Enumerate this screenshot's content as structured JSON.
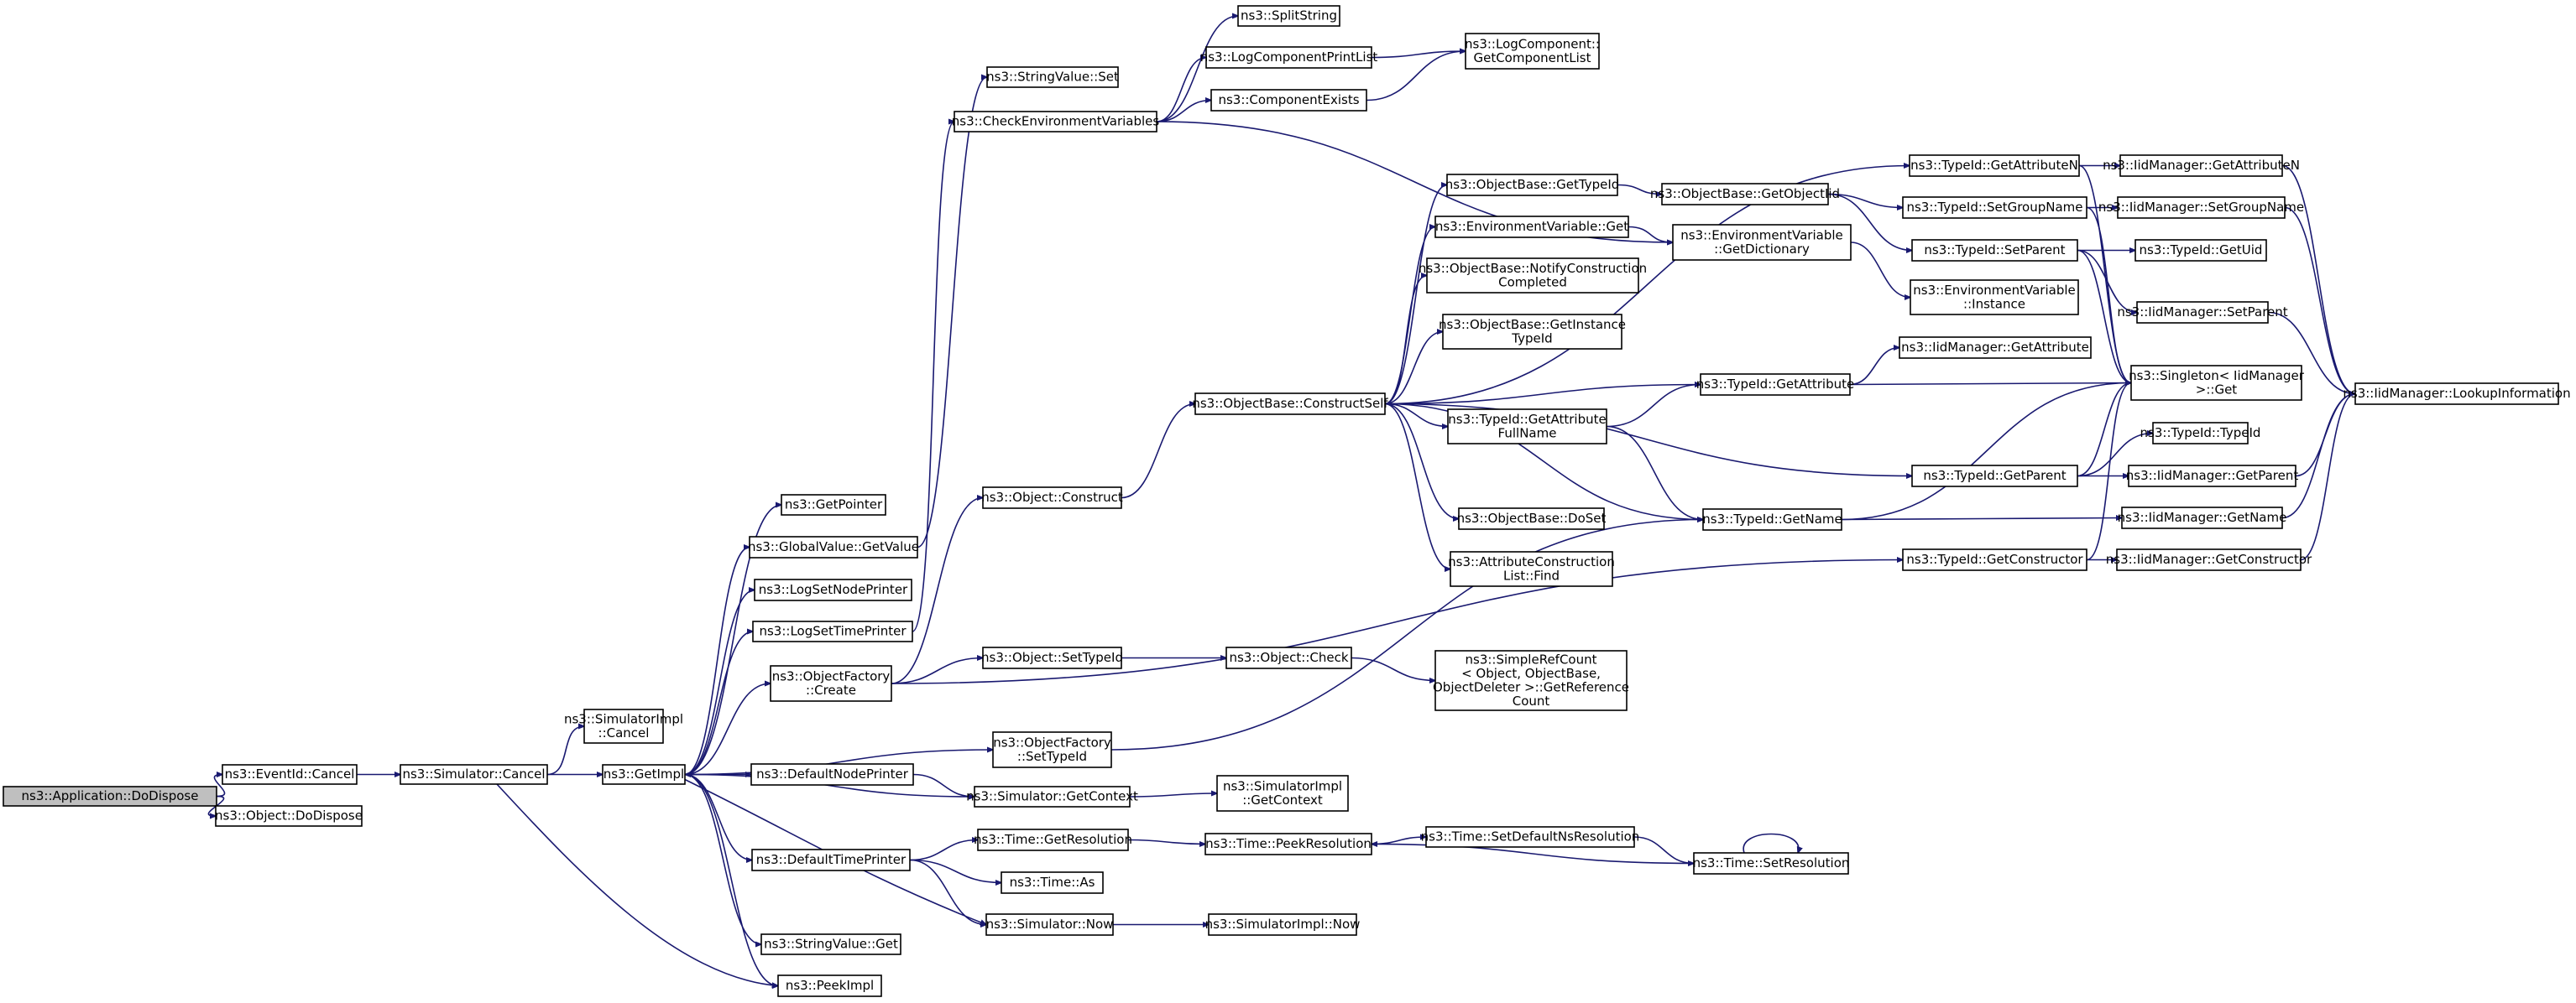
{
  "graph": {
    "edge_color": "#191970",
    "root_fill": "#bfbfbf",
    "nodes": [
      {
        "id": "app_dodispose",
        "label": [
          "ns3::Application::DoDispose"
        ],
        "root": true
      },
      {
        "id": "eventid_cancel",
        "label": [
          "ns3::EventId::Cancel"
        ]
      },
      {
        "id": "object_dodispose",
        "label": [
          "ns3::Object::DoDispose"
        ]
      },
      {
        "id": "simulator_cancel",
        "label": [
          "ns3::Simulator::Cancel"
        ]
      },
      {
        "id": "simimpl_cancel",
        "label": [
          "ns3::SimulatorImpl",
          "::Cancel"
        ]
      },
      {
        "id": "getimpl",
        "label": [
          "ns3::GetImpl"
        ]
      },
      {
        "id": "peekimpl",
        "label": [
          "ns3::PeekImpl"
        ]
      },
      {
        "id": "getpointer",
        "label": [
          "ns3::GetPointer"
        ]
      },
      {
        "id": "globalvalue_getvalue",
        "label": [
          "ns3::GlobalValue::GetValue"
        ]
      },
      {
        "id": "logsetnodeprinter",
        "label": [
          "ns3::LogSetNodePrinter"
        ]
      },
      {
        "id": "logsettimeprinter",
        "label": [
          "ns3::LogSetTimePrinter"
        ]
      },
      {
        "id": "objectfactory_create",
        "label": [
          "ns3::ObjectFactory",
          "::Create"
        ]
      },
      {
        "id": "defaultnodeprinter",
        "label": [
          "ns3::DefaultNodePrinter"
        ]
      },
      {
        "id": "defaulttimeprinter",
        "label": [
          "ns3::DefaultTimePrinter"
        ]
      },
      {
        "id": "stringvalue_get",
        "label": [
          "ns3::StringValue::Get"
        ]
      },
      {
        "id": "stringvalue_set",
        "label": [
          "ns3::StringValue::Set"
        ]
      },
      {
        "id": "checkenv",
        "label": [
          "ns3::CheckEnvironmentVariables"
        ]
      },
      {
        "id": "splitstring",
        "label": [
          "ns3::SplitString"
        ]
      },
      {
        "id": "logcomponentprintlist",
        "label": [
          "ns3::LogComponentPrintList"
        ]
      },
      {
        "id": "componentexists",
        "label": [
          "ns3::ComponentExists"
        ]
      },
      {
        "id": "logcomponent_getcomponentlist",
        "label": [
          "ns3::LogComponent::",
          "GetComponentList"
        ]
      },
      {
        "id": "object_construct",
        "label": [
          "ns3::Object::Construct"
        ]
      },
      {
        "id": "object_settypeid",
        "label": [
          "ns3::Object::SetTypeId"
        ]
      },
      {
        "id": "objectfactory_settypeid",
        "label": [
          "ns3::ObjectFactory",
          "::SetTypeId"
        ]
      },
      {
        "id": "simulator_getcontext",
        "label": [
          "ns3::Simulator::GetContext"
        ]
      },
      {
        "id": "simimpl_getcontext",
        "label": [
          "ns3::SimulatorImpl",
          "::GetContext"
        ]
      },
      {
        "id": "time_getresolution",
        "label": [
          "ns3::Time::GetResolution"
        ]
      },
      {
        "id": "time_as",
        "label": [
          "ns3::Time::As"
        ]
      },
      {
        "id": "simulator_now",
        "label": [
          "ns3::Simulator::Now"
        ]
      },
      {
        "id": "simimpl_now",
        "label": [
          "ns3::SimulatorImpl::Now"
        ]
      },
      {
        "id": "time_peekresolution",
        "label": [
          "ns3::Time::PeekResolution"
        ]
      },
      {
        "id": "time_setdefaultnsresolution",
        "label": [
          "ns3::Time::SetDefaultNsResolution"
        ]
      },
      {
        "id": "time_setresolution",
        "label": [
          "ns3::Time::SetResolution"
        ]
      },
      {
        "id": "object_check",
        "label": [
          "ns3::Object::Check"
        ]
      },
      {
        "id": "simplerefcount",
        "label": [
          "ns3::SimpleRefCount",
          "< Object, ObjectBase,",
          "ObjectDeleter >::GetReference",
          "Count"
        ]
      },
      {
        "id": "constructself",
        "label": [
          "ns3::ObjectBase::ConstructSelf"
        ]
      },
      {
        "id": "objectbase_gettypeid",
        "label": [
          "ns3::ObjectBase::GetTypeId"
        ]
      },
      {
        "id": "envvar_get",
        "label": [
          "ns3::EnvironmentVariable::Get"
        ]
      },
      {
        "id": "notifyconstruction",
        "label": [
          "ns3::ObjectBase::NotifyConstruction",
          "Completed"
        ]
      },
      {
        "id": "getinstancetypeid",
        "label": [
          "ns3::ObjectBase::GetInstance",
          "TypeId"
        ]
      },
      {
        "id": "typeid_getattributefullname",
        "label": [
          "ns3::TypeId::GetAttribute",
          "FullName"
        ]
      },
      {
        "id": "objectbase_doset",
        "label": [
          "ns3::ObjectBase::DoSet"
        ]
      },
      {
        "id": "attrconstructionlist_find",
        "label": [
          "ns3::AttributeConstruction",
          "List::Find"
        ]
      },
      {
        "id": "objectbase_getobjectiid",
        "label": [
          "ns3::ObjectBase::GetObjectIid"
        ]
      },
      {
        "id": "envvar_getdictionary",
        "label": [
          "ns3::EnvironmentVariable",
          "::GetDictionary"
        ]
      },
      {
        "id": "typeid_getattribute",
        "label": [
          "ns3::TypeId::GetAttribute"
        ]
      },
      {
        "id": "typeid_getname",
        "label": [
          "ns3::TypeId::GetName"
        ]
      },
      {
        "id": "typeid_getattributen",
        "label": [
          "ns3::TypeId::GetAttributeN"
        ]
      },
      {
        "id": "typeid_setgroupname",
        "label": [
          "ns3::TypeId::SetGroupName"
        ]
      },
      {
        "id": "typeid_setparent",
        "label": [
          "ns3::TypeId::SetParent"
        ]
      },
      {
        "id": "envvar_instance",
        "label": [
          "ns3::EnvironmentVariable",
          "::Instance"
        ]
      },
      {
        "id": "typeid_getparent",
        "label": [
          "ns3::TypeId::GetParent"
        ]
      },
      {
        "id": "typeid_getconstructor",
        "label": [
          "ns3::TypeId::GetConstructor"
        ]
      },
      {
        "id": "iidmanager_getattributen",
        "label": [
          "ns3::IidManager::GetAttributeN"
        ]
      },
      {
        "id": "iidmanager_setgroupname",
        "label": [
          "ns3::IidManager::SetGroupName"
        ]
      },
      {
        "id": "typeid_getuid",
        "label": [
          "ns3::TypeId::GetUid"
        ]
      },
      {
        "id": "iidmanager_setparent",
        "label": [
          "ns3::IidManager::SetParent"
        ]
      },
      {
        "id": "iidmanager_getattribute",
        "label": [
          "ns3::IidManager::GetAttribute"
        ]
      },
      {
        "id": "singleton_get",
        "label": [
          "ns3::Singleton< IidManager",
          ">::Get"
        ]
      },
      {
        "id": "typeid_typeid",
        "label": [
          "ns3::TypeId::TypeId"
        ]
      },
      {
        "id": "iidmanager_getparent",
        "label": [
          "ns3::IidManager::GetParent"
        ]
      },
      {
        "id": "iidmanager_getname",
        "label": [
          "ns3::IidManager::GetName"
        ]
      },
      {
        "id": "iidmanager_getconstructor",
        "label": [
          "ns3::IidManager::GetConstructor"
        ]
      },
      {
        "id": "iidmanager_lookupinformation",
        "label": [
          "ns3::IidManager::LookupInformation"
        ]
      }
    ]
  }
}
